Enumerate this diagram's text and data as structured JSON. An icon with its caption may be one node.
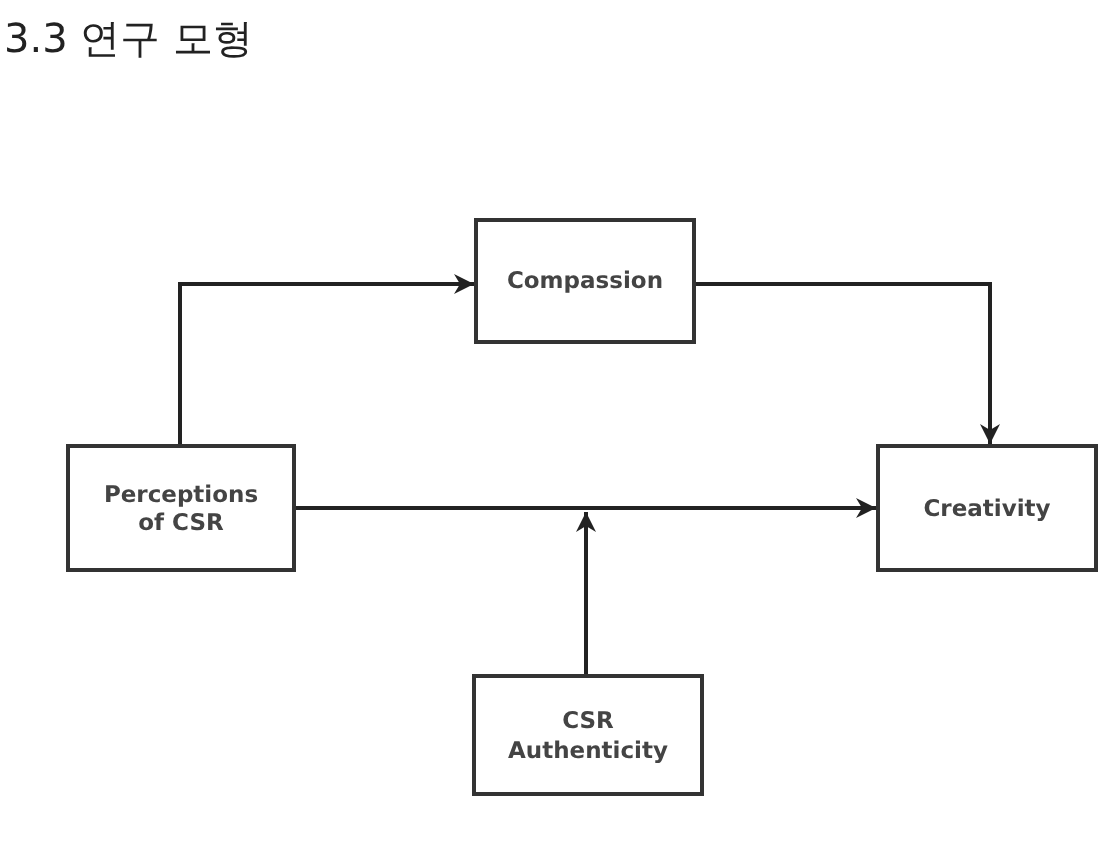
{
  "diagram": {
    "title": "3.3 연구 모형",
    "nodes": [
      {
        "text": [
          "Compassion"
        ]
      },
      {
        "text": [
          "Perceptions of CSR"
        ]
      },
      {
        "text": [
          "Creativity"
        ]
      },
      {
        "text": [
          "CSR Authenticity"
        ]
      }
    ],
    "edges": [
      {
        "from": 1,
        "to": 0,
        "arrow": "to"
      },
      {
        "from": 0,
        "to": 2,
        "arrow": "to"
      },
      {
        "from": 1,
        "to": 2,
        "arrow": "to"
      },
      {
        "from": 3,
        "to": null,
        "arrow": "to"
      }
    ]
  }
}
